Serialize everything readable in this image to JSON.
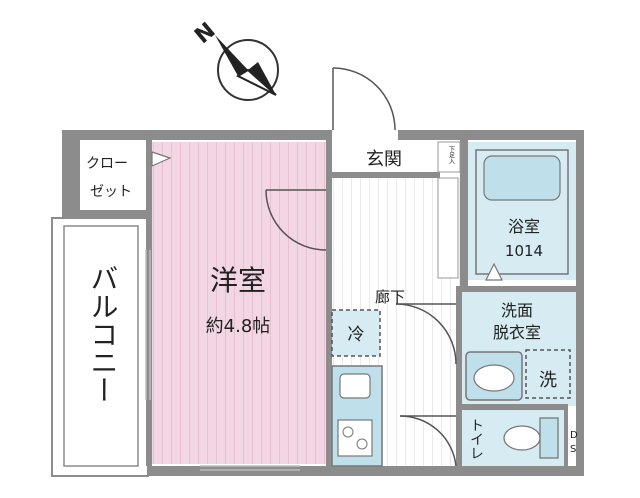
{
  "compass": {
    "north_label": "N"
  },
  "rooms": {
    "western_room": {
      "name": "洋室",
      "size": "約4.8帖"
    },
    "closet": {
      "line1": "クロー",
      "line2": "ゼット"
    },
    "balcony": {
      "name": "バルコニー"
    },
    "entrance": {
      "name": "玄関",
      "shoe_storage": "下足入"
    },
    "hallway": {
      "name": "廊下"
    },
    "bathroom": {
      "name": "浴室",
      "model": "1014"
    },
    "washroom": {
      "line1": "洗面",
      "line2": "脱衣室"
    },
    "washer": {
      "name": "洗"
    },
    "fridge": {
      "name": "冷"
    },
    "toilet": {
      "name": "トイレ"
    },
    "ds": {
      "line1": "D",
      "line2": "S"
    }
  },
  "colors": {
    "wall": "#8c8c8c",
    "western_floor": "#f3d6e3",
    "wet_area": "#d6ebf2",
    "fixture": "#bfe0ea"
  }
}
